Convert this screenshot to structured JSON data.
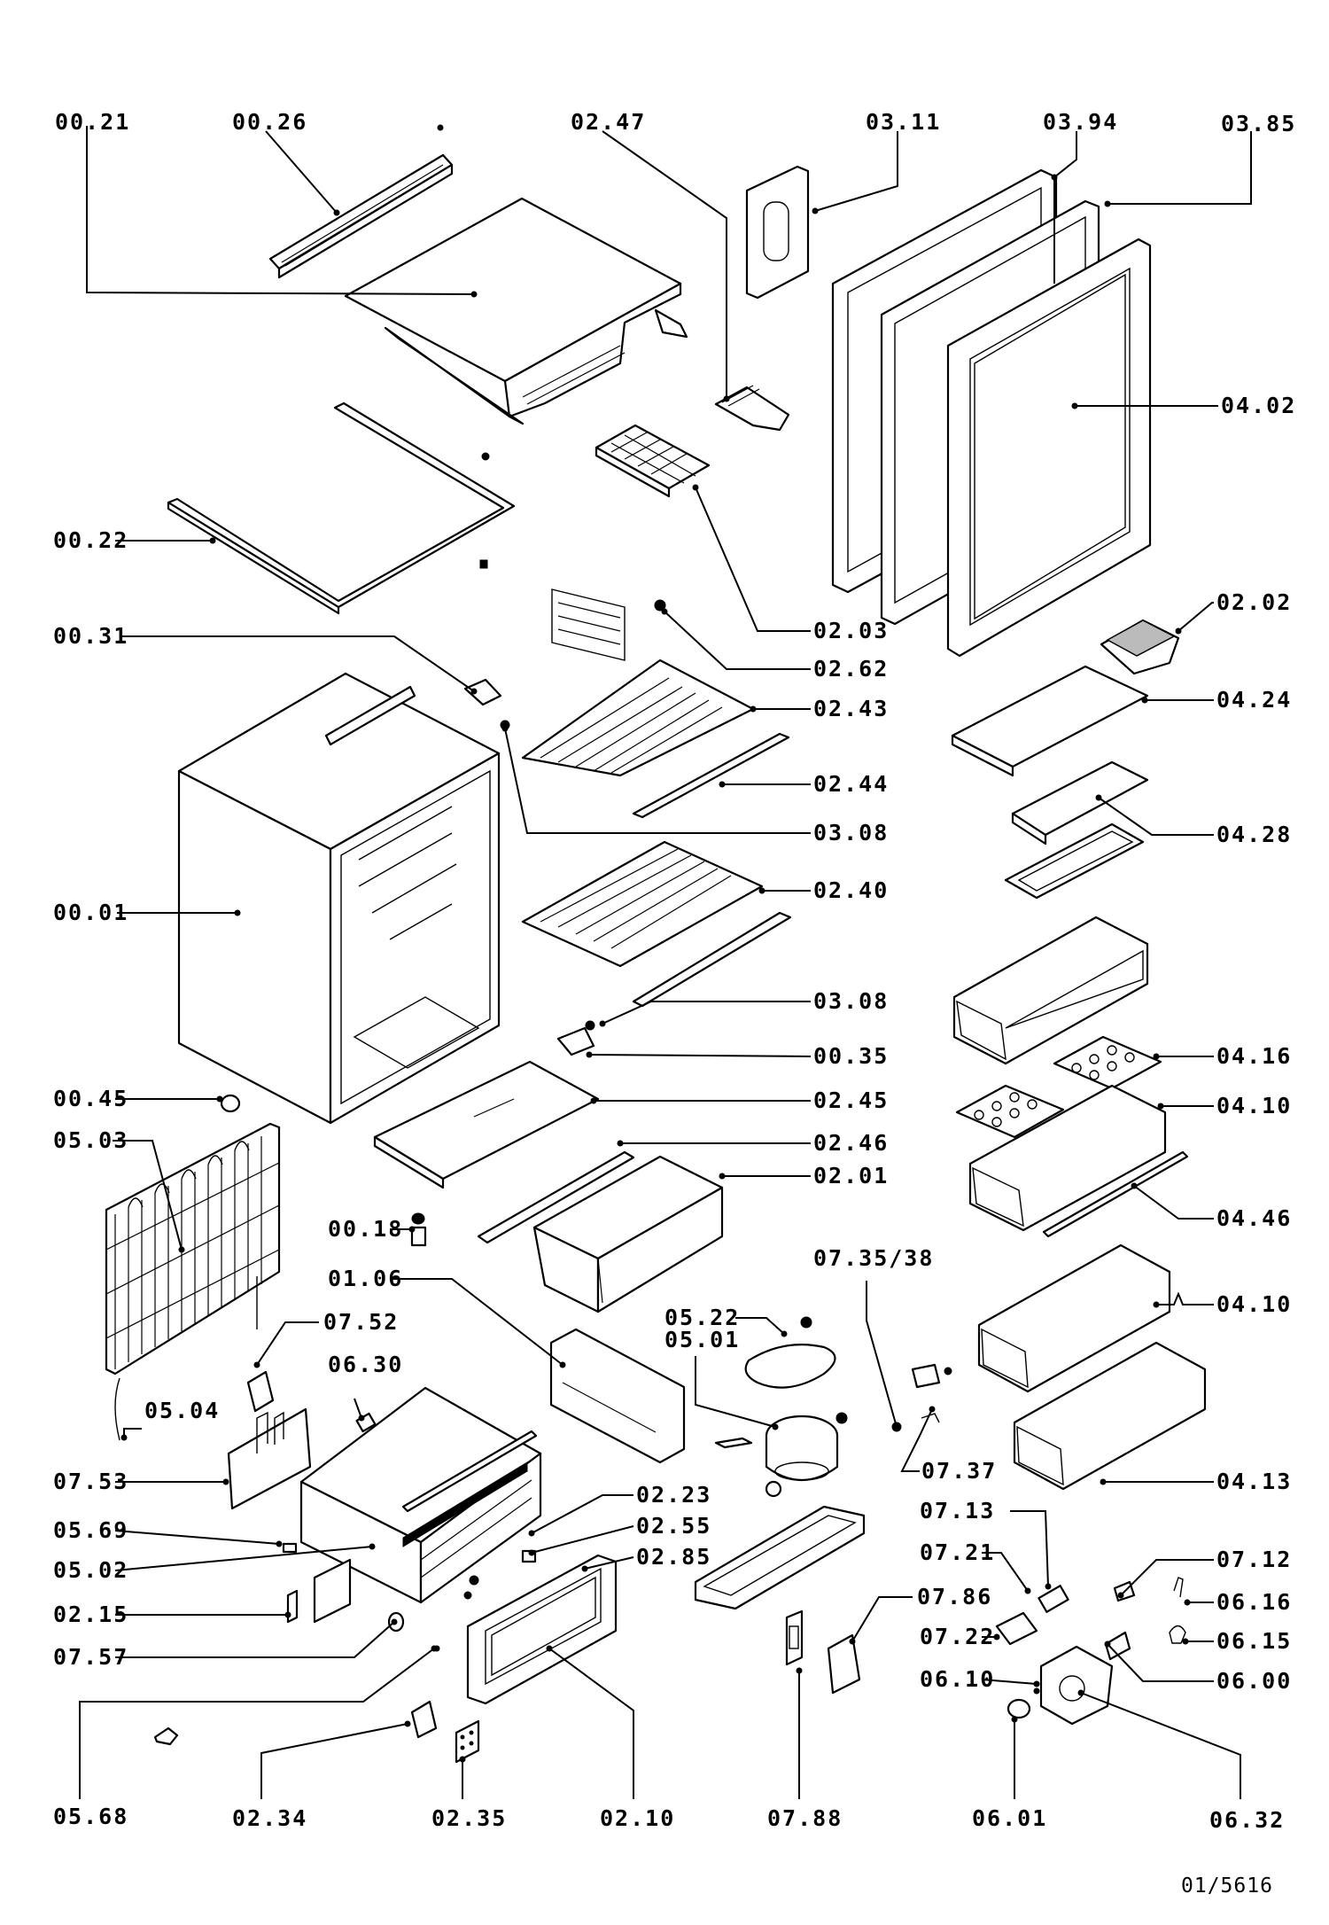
{
  "diagram": {
    "callouts": [
      "00.21",
      "00.26",
      "02.47",
      "03.11",
      "03.94",
      "03.85",
      "04.02",
      "00.22",
      "02.03",
      "02.02",
      "00.31",
      "02.62",
      "02.43",
      "04.24",
      "02.44",
      "04.28",
      "03.08",
      "00.01",
      "02.40",
      "03.08",
      "00.35",
      "04.16",
      "00.45",
      "02.45",
      "04.10",
      "05.03",
      "02.46",
      "02.01",
      "04.46",
      "00.18",
      "07.35/38",
      "01.06",
      "04.10",
      "05.22",
      "05.01",
      "07.52",
      "06.30",
      "07.37",
      "05.04",
      "07.53",
      "04.13",
      "02.23",
      "07.13",
      "05.69",
      "02.55",
      "07.21",
      "07.12",
      "05.02",
      "02.85",
      "06.16",
      "02.15",
      "07.86",
      "07.22",
      "06.15",
      "07.57",
      "06.00",
      "06.10",
      "05.68",
      "02.34",
      "02.35",
      "02.10",
      "07.88",
      "06.01",
      "06.32"
    ],
    "reference": "01/5616"
  }
}
